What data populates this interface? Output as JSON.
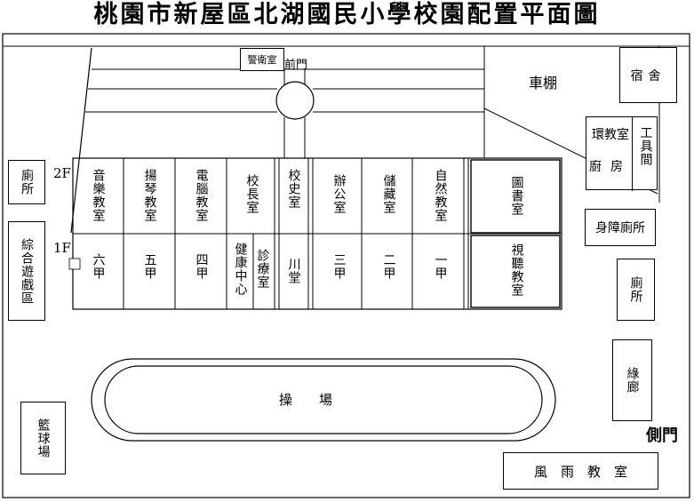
{
  "title": "桃園市新屋區北湖國民小學校園配置平面圖",
  "labels": {
    "guard": "警衛室",
    "front_gate": "前門",
    "car_shed": "車棚",
    "dorm": "宿舍",
    "env_classroom": "環教室",
    "kitchen": "廚房",
    "tool_room": "工具間",
    "toilet_left": "廁所",
    "playground_complex": "綜合遊戲區",
    "floor2": "2F",
    "floor1": "1F",
    "accessible_toilet": "身障廁所",
    "toilet_right": "廁所",
    "green_corridor": "綠廊",
    "side_gate": "側門",
    "track": "操　　場",
    "basketball": "籃球場",
    "rain_classroom": "風　雨　教　室",
    "library": "圖書室",
    "av_room": "視聽教室"
  },
  "rooms_2f": [
    "音樂教室",
    "揚琴教室",
    "電腦教室",
    "校長室",
    "校史室",
    "辦公室",
    "儲藏室",
    "自然教室"
  ],
  "rooms_1f": [
    "六甲",
    "五甲",
    "四甲",
    "健康中心",
    "診療室",
    "川堂",
    "三甲",
    "二甲",
    "一甲"
  ]
}
